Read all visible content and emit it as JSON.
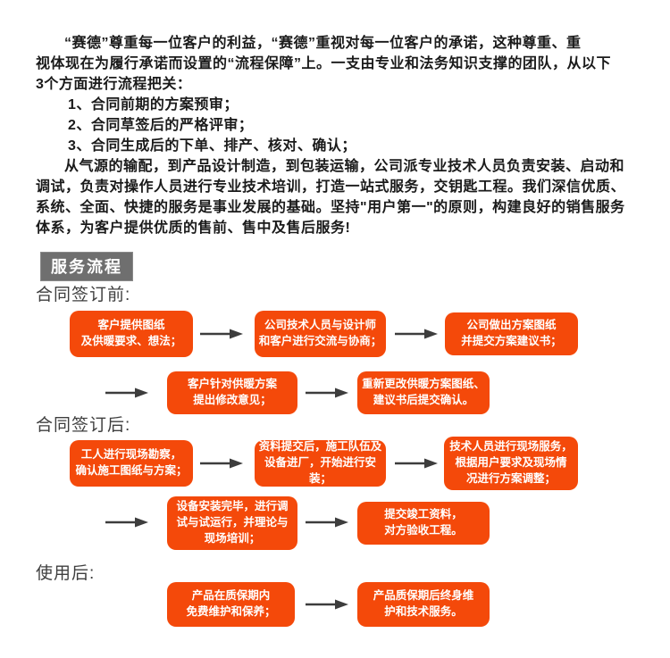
{
  "colors": {
    "box_orange": "#f4490a",
    "badge_gray": "#6f6f6f",
    "arrow_dark": "#3d3d3d",
    "body_text": "#1a1a1a"
  },
  "intro": {
    "paragraph1": "“赛德”尊重每一位客户的利益，“赛德”重视对每一位客户的承诺，这种尊重、重\n视体现在为履行承诺而设置的“流程保障”上。一支由专业和法务知识支撑的团队，从以下\n3个方面进行流程把关：",
    "list": [
      "1、合同前期的方案预审；",
      "2、合同草签后的严格评审；",
      "3、合同生成后的下单、排产、核对、确认；"
    ],
    "paragraph2": "从气源的输配，到产品设计制造，到包装运输，公司派专业技术人员负责安装、启动和\n调试，负责对操作人员进行专业技术培训，打造一站式服务，交钥匙工程。我们深信优质、\n系统、全面、快捷的服务是事业发展的基础。坚持\"用户第一\"的原则，构建良好的销售服务\n体系，为客户提供优质的售前、售中及售后服务!"
  },
  "badge": {
    "label": "服务流程"
  },
  "flow": {
    "pre": {
      "heading": "合同签订前:",
      "boxes": [
        "客户提供图纸\n及供暖要求、想法；",
        "公司技术人员与设计师\n和客户进行交流与协商；",
        "公司做出方案图纸\n并提交方案建议书；",
        "客户针对供暖方案\n提出修改意见；",
        "重新更改供暖方案图纸、\n建议书后提交确认。"
      ]
    },
    "post": {
      "heading": "合同签订后:",
      "boxes": [
        "工人进行现场勘察，\n确认施工图纸与方案；",
        "资料提交后，施工队伍及\n设备进厂，开始进行安装；",
        "技术人员进行现场服务，\n根据用户要求及现场情\n况进行方案调整；",
        "设备安装完毕，进行调\n试与试运行，并理论与\n现场培训；",
        "提交竣工资料，\n对方验收工程。"
      ]
    },
    "after": {
      "heading": "使用后:",
      "boxes": [
        "产品在质保期内\n免费维护和保养；",
        "产品质保期后终身维\n护和技术服务。"
      ]
    }
  }
}
